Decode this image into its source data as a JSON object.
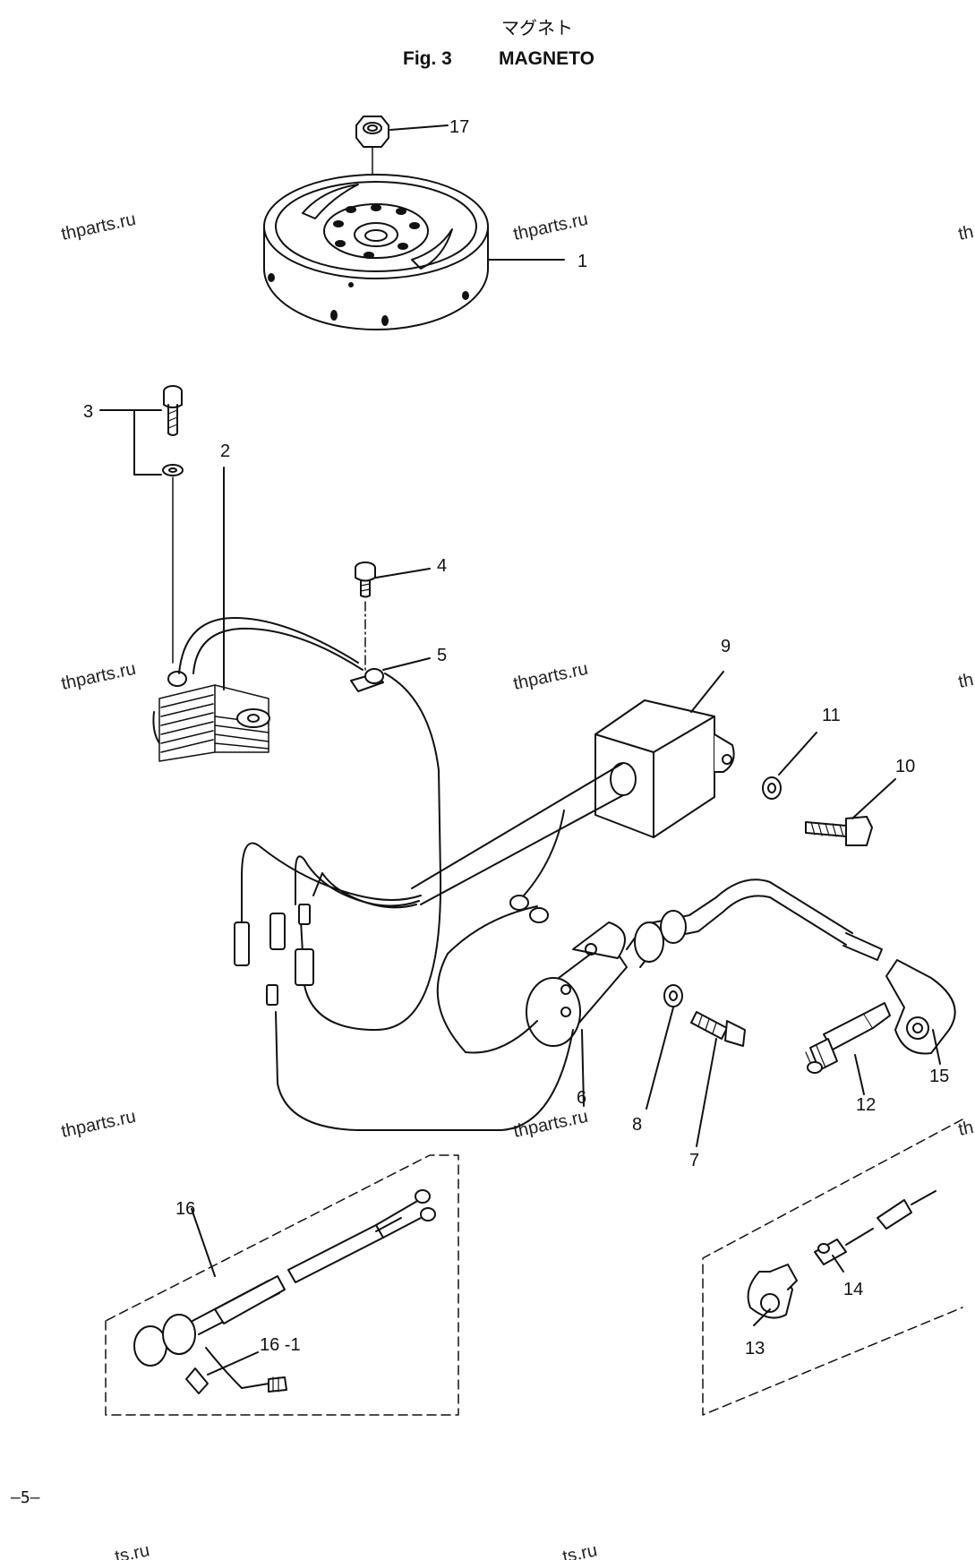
{
  "header": {
    "title_jp": "マグネト",
    "fig_label": "Fig. 3",
    "title_en": "MAGNETO"
  },
  "watermark": "thparts.ru",
  "watermark_partial": "th",
  "watermark_cut": "ts.ru",
  "page_number": "–5–",
  "callouts": {
    "p1": "1",
    "p2": "2",
    "p3": "3",
    "p4": "4",
    "p5": "5",
    "p6": "6",
    "p7": "7",
    "p8": "8",
    "p9": "9",
    "p10": "10",
    "p11": "11",
    "p12": "12",
    "p13": "13",
    "p14": "14",
    "p15": "15",
    "p16": "16",
    "p16_1": "16 -1",
    "p17": "17"
  }
}
